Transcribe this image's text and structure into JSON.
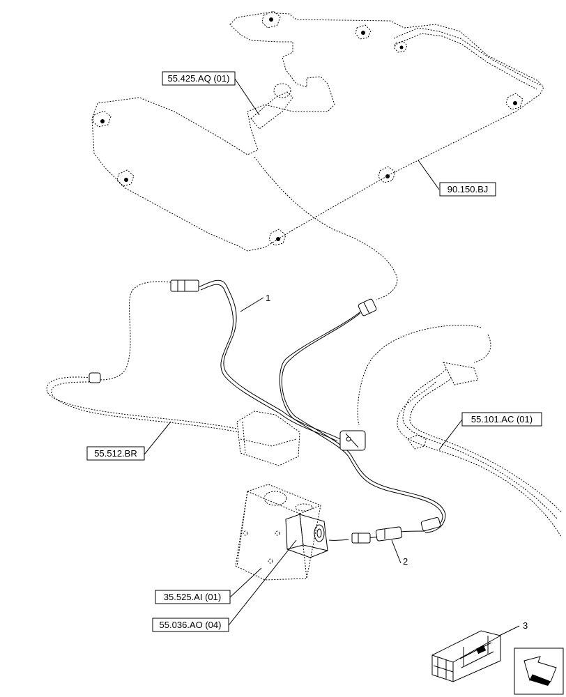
{
  "callouts": {
    "ref_55_425_aq": "55.425.AQ (01)",
    "ref_90_150_bj": "90.150.BJ",
    "ref_55_512_br": "55.512.BR",
    "ref_55_101_ac": "55.101.AC (01)",
    "ref_35_525_ai": "35.525.AI (01)",
    "ref_55_036_ao": "55.036.AO (04)"
  },
  "items": {
    "item_1": "1",
    "item_2": "2",
    "item_3": "3"
  },
  "icons": {
    "kit_box": "kit-box-icon",
    "navigation": "arrow-nav-icon"
  }
}
